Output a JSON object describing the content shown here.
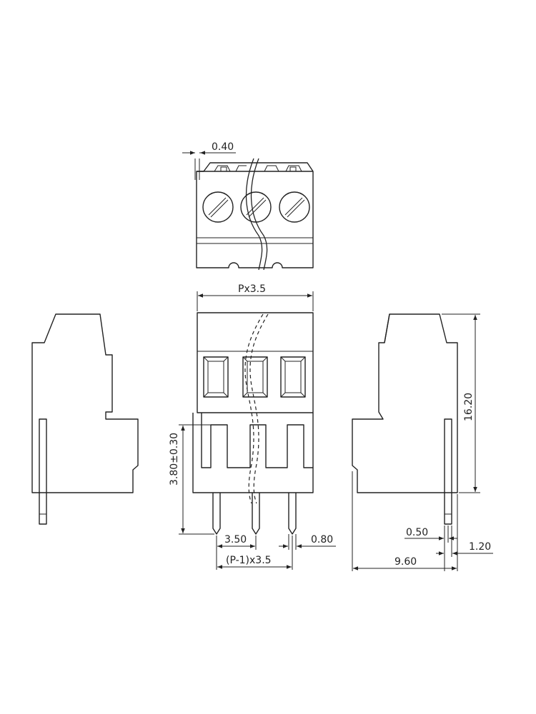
{
  "dimensions": {
    "top_gap": "0.40",
    "total_width": "Px3.5",
    "pin_length": "3.80±0.30",
    "pitch": "3.50",
    "pin_width": "0.80",
    "pitch_span": "(P-1)x3.5",
    "height": "16.20",
    "pin_thickness": "0.50",
    "pin_offset": "1.20",
    "depth": "9.60"
  }
}
